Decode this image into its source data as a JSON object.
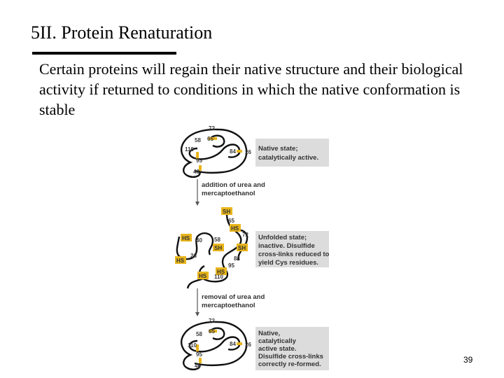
{
  "slide": {
    "title": "5II. Protein Renaturation",
    "body": "Certain proteins will regain their native structure and their biological activity if returned to conditions in which the native conformation is stable",
    "page_number": "39"
  },
  "figure": {
    "top_state": {
      "residues": [
        "72",
        "58",
        "65",
        "110",
        "84",
        "26",
        "95",
        "40"
      ],
      "caption": [
        "Native state;",
        "catalytically active."
      ]
    },
    "step1": [
      "addition of urea and",
      "mercaptoethanol"
    ],
    "middle_state": {
      "residues": [
        "65",
        "72",
        "40",
        "58",
        "26",
        "84",
        "95",
        "110"
      ],
      "sh_tags": [
        "SH",
        "HS",
        "HS",
        "SH",
        "SH",
        "HS",
        "HS",
        "HS"
      ],
      "caption": [
        "Unfolded state;",
        "inactive. Disulfide",
        "cross-links reduced to",
        "yield Cys residues."
      ]
    },
    "step2": [
      "removal of urea and",
      "mercaptoethanol"
    ],
    "bottom_state": {
      "residues": [
        "72",
        "65",
        "58",
        "110",
        "84",
        "26",
        "95",
        "40"
      ],
      "caption": [
        "Native,",
        "catalytically",
        "active state.",
        "Disulfide cross-links",
        "correctly re-formed."
      ]
    },
    "colors": {
      "disulfide": "#e8b51c",
      "caption_box": "#dcdcdc",
      "chain": "#111111"
    }
  }
}
